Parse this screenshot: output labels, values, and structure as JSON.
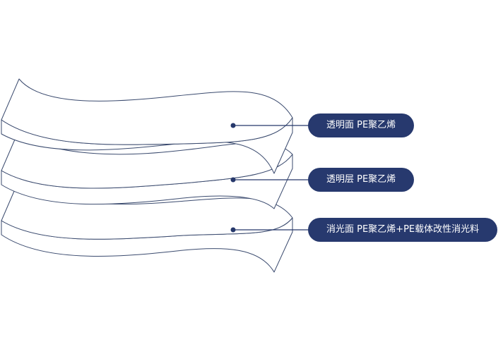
{
  "layers": [
    {
      "label": "透明面 PE聚乙烯"
    },
    {
      "label": "透明层 PE聚乙烯"
    },
    {
      "label": "消光面 PE聚乙烯+PE载体改性消光料"
    }
  ],
  "colors": {
    "pill_background": "#27396e",
    "pill_text": "#ffffff",
    "outline": "#3a4a6e",
    "leader": "#26386b"
  }
}
